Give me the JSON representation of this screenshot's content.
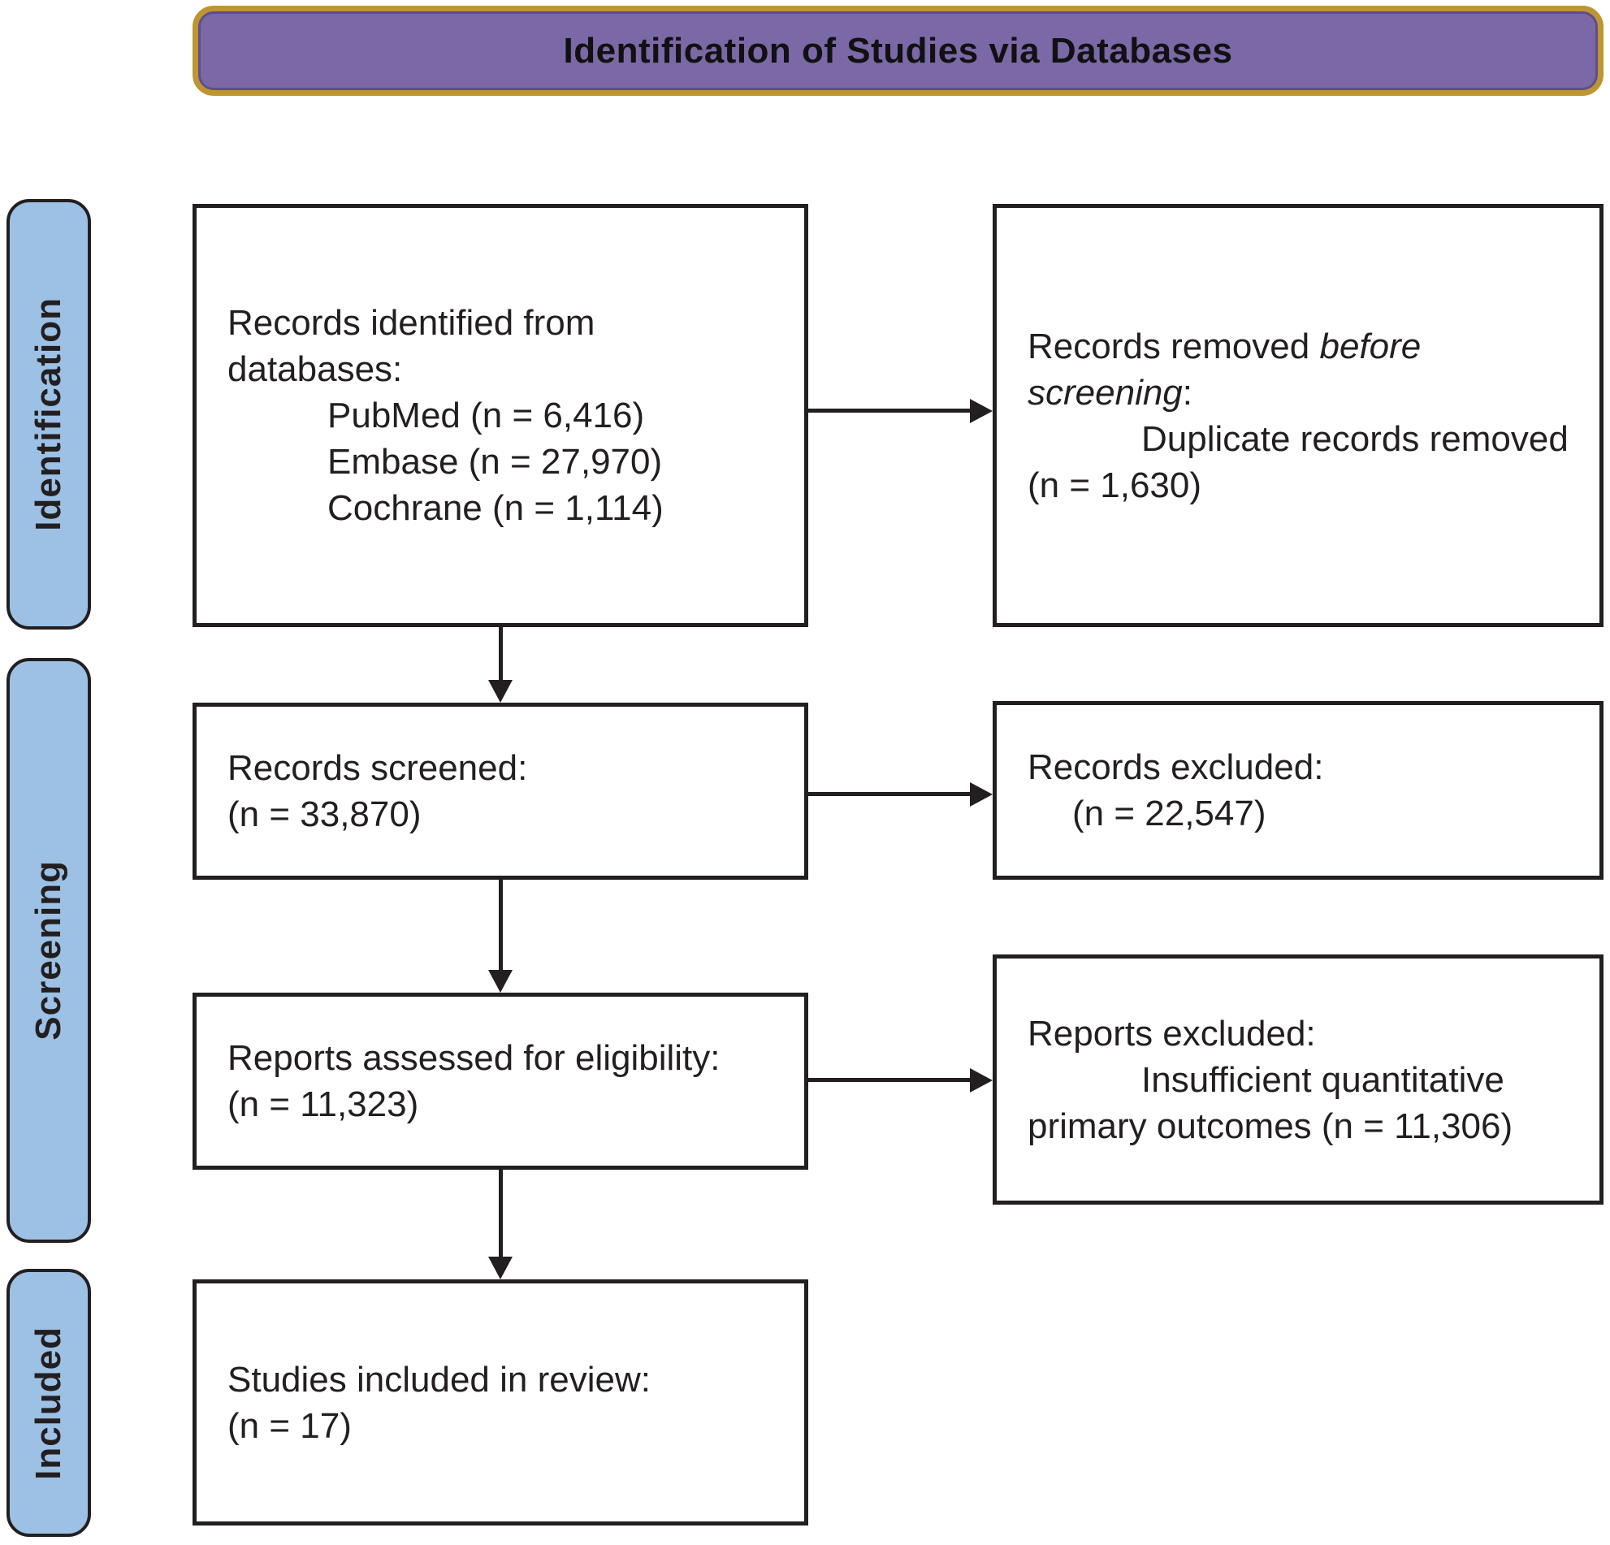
{
  "banner": {
    "title": "Identification of Studies via Databases"
  },
  "stages": [
    {
      "label": "Identification"
    },
    {
      "label": "Screening"
    },
    {
      "label": "Included"
    }
  ],
  "boxes": {
    "identified": {
      "l1": "Records identified from",
      "l2": "databases:",
      "l3": "PubMed (n = 6,416)",
      "l4": "Embase (n = 27,970)",
      "l5": "Cochrane (n = 1,114)"
    },
    "removed": {
      "l1a": "Records removed ",
      "l1b": "before",
      "l2a": "screening",
      "l2b": ":",
      "l3": "Duplicate records removed",
      "l4": "(n = 1,630)"
    },
    "screened": {
      "l1": "Records screened:",
      "l2": "(n = 33,870)"
    },
    "excluded": {
      "l1": "Records excluded:",
      "l2": "(n = 22,547)"
    },
    "assessed": {
      "l1": "Reports assessed for eligibility:",
      "l2": "(n = 11,323)"
    },
    "reports_excluded": {
      "l1": "Reports excluded:",
      "l2": "Insufficient quantitative",
      "l3": "primary outcomes (n = 11,306)"
    },
    "included": {
      "l1": "Studies included in review:",
      "l2": "(n = 17)"
    }
  },
  "colors": {
    "banner_fill": "#7b68a7",
    "banner_border": "#bf9533",
    "stage_fill": "#9cc1e5",
    "ink": "#231f20"
  }
}
